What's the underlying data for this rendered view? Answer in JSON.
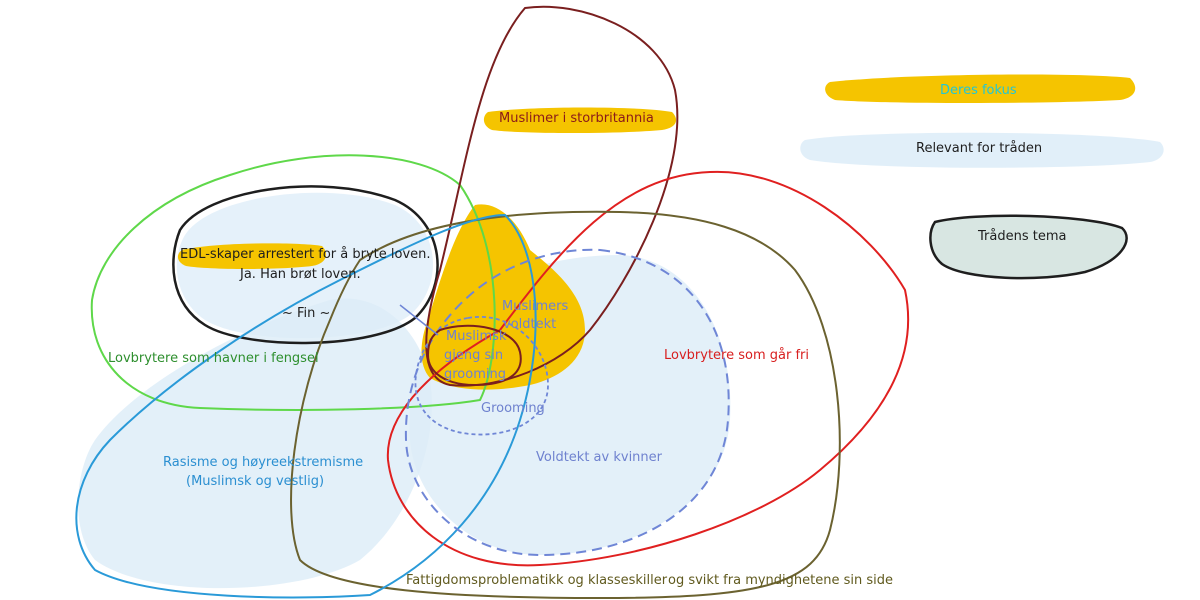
{
  "legend": {
    "focus": "Deres fokus",
    "relevant": "Relevant for tråden",
    "theme": "Trådens tema"
  },
  "labels": {
    "muslims_uk": "Muslimer i storbritannia",
    "edl_line1": "EDL-skaper arrestert for å bryte loven.",
    "edl_line2": "Ja. Han brøt loven.",
    "fin": "~ Fin ~",
    "prison": "Lovbrytere som havner i fengsel",
    "muslim_violence_1": "Muslimers",
    "muslim_violence_2": "voldtekt",
    "gang_1": "Muslimsk",
    "gang_2": "gjeng sin",
    "gang_3": "grooming",
    "grooming": "Grooming",
    "free": "Lovbrytere som går fri",
    "racism_1": "Rasisme og høyreekstremisme",
    "racism_2": "(Muslimsk og vestlig)",
    "rape_women": "Voldtekt av kvinner",
    "poverty_a": "Fattigdomsproblematikk og klasseskiller",
    "poverty_b": "og svikt fra myndighetene sin side"
  },
  "colors": {
    "highlight": "#f5c400",
    "relevant_fill": "#dcecf8",
    "theme_fill": "#d8e6e2",
    "black": "#1e1e1e",
    "green": "#5fd84a",
    "maroon": "#7a1f1f",
    "red": "#e02020",
    "olive": "#6b6230",
    "blue": "#2a9ad8",
    "dash_blue": "#6f86d6",
    "cyan_text": "#21c7d6",
    "green_text": "#2e8f2e",
    "red_text": "#d81f1f",
    "blue_text": "#2b8fd1",
    "violet_text": "#6f82cf",
    "olive_text": "#605a1e",
    "maroon_text": "#8a1a1a"
  }
}
